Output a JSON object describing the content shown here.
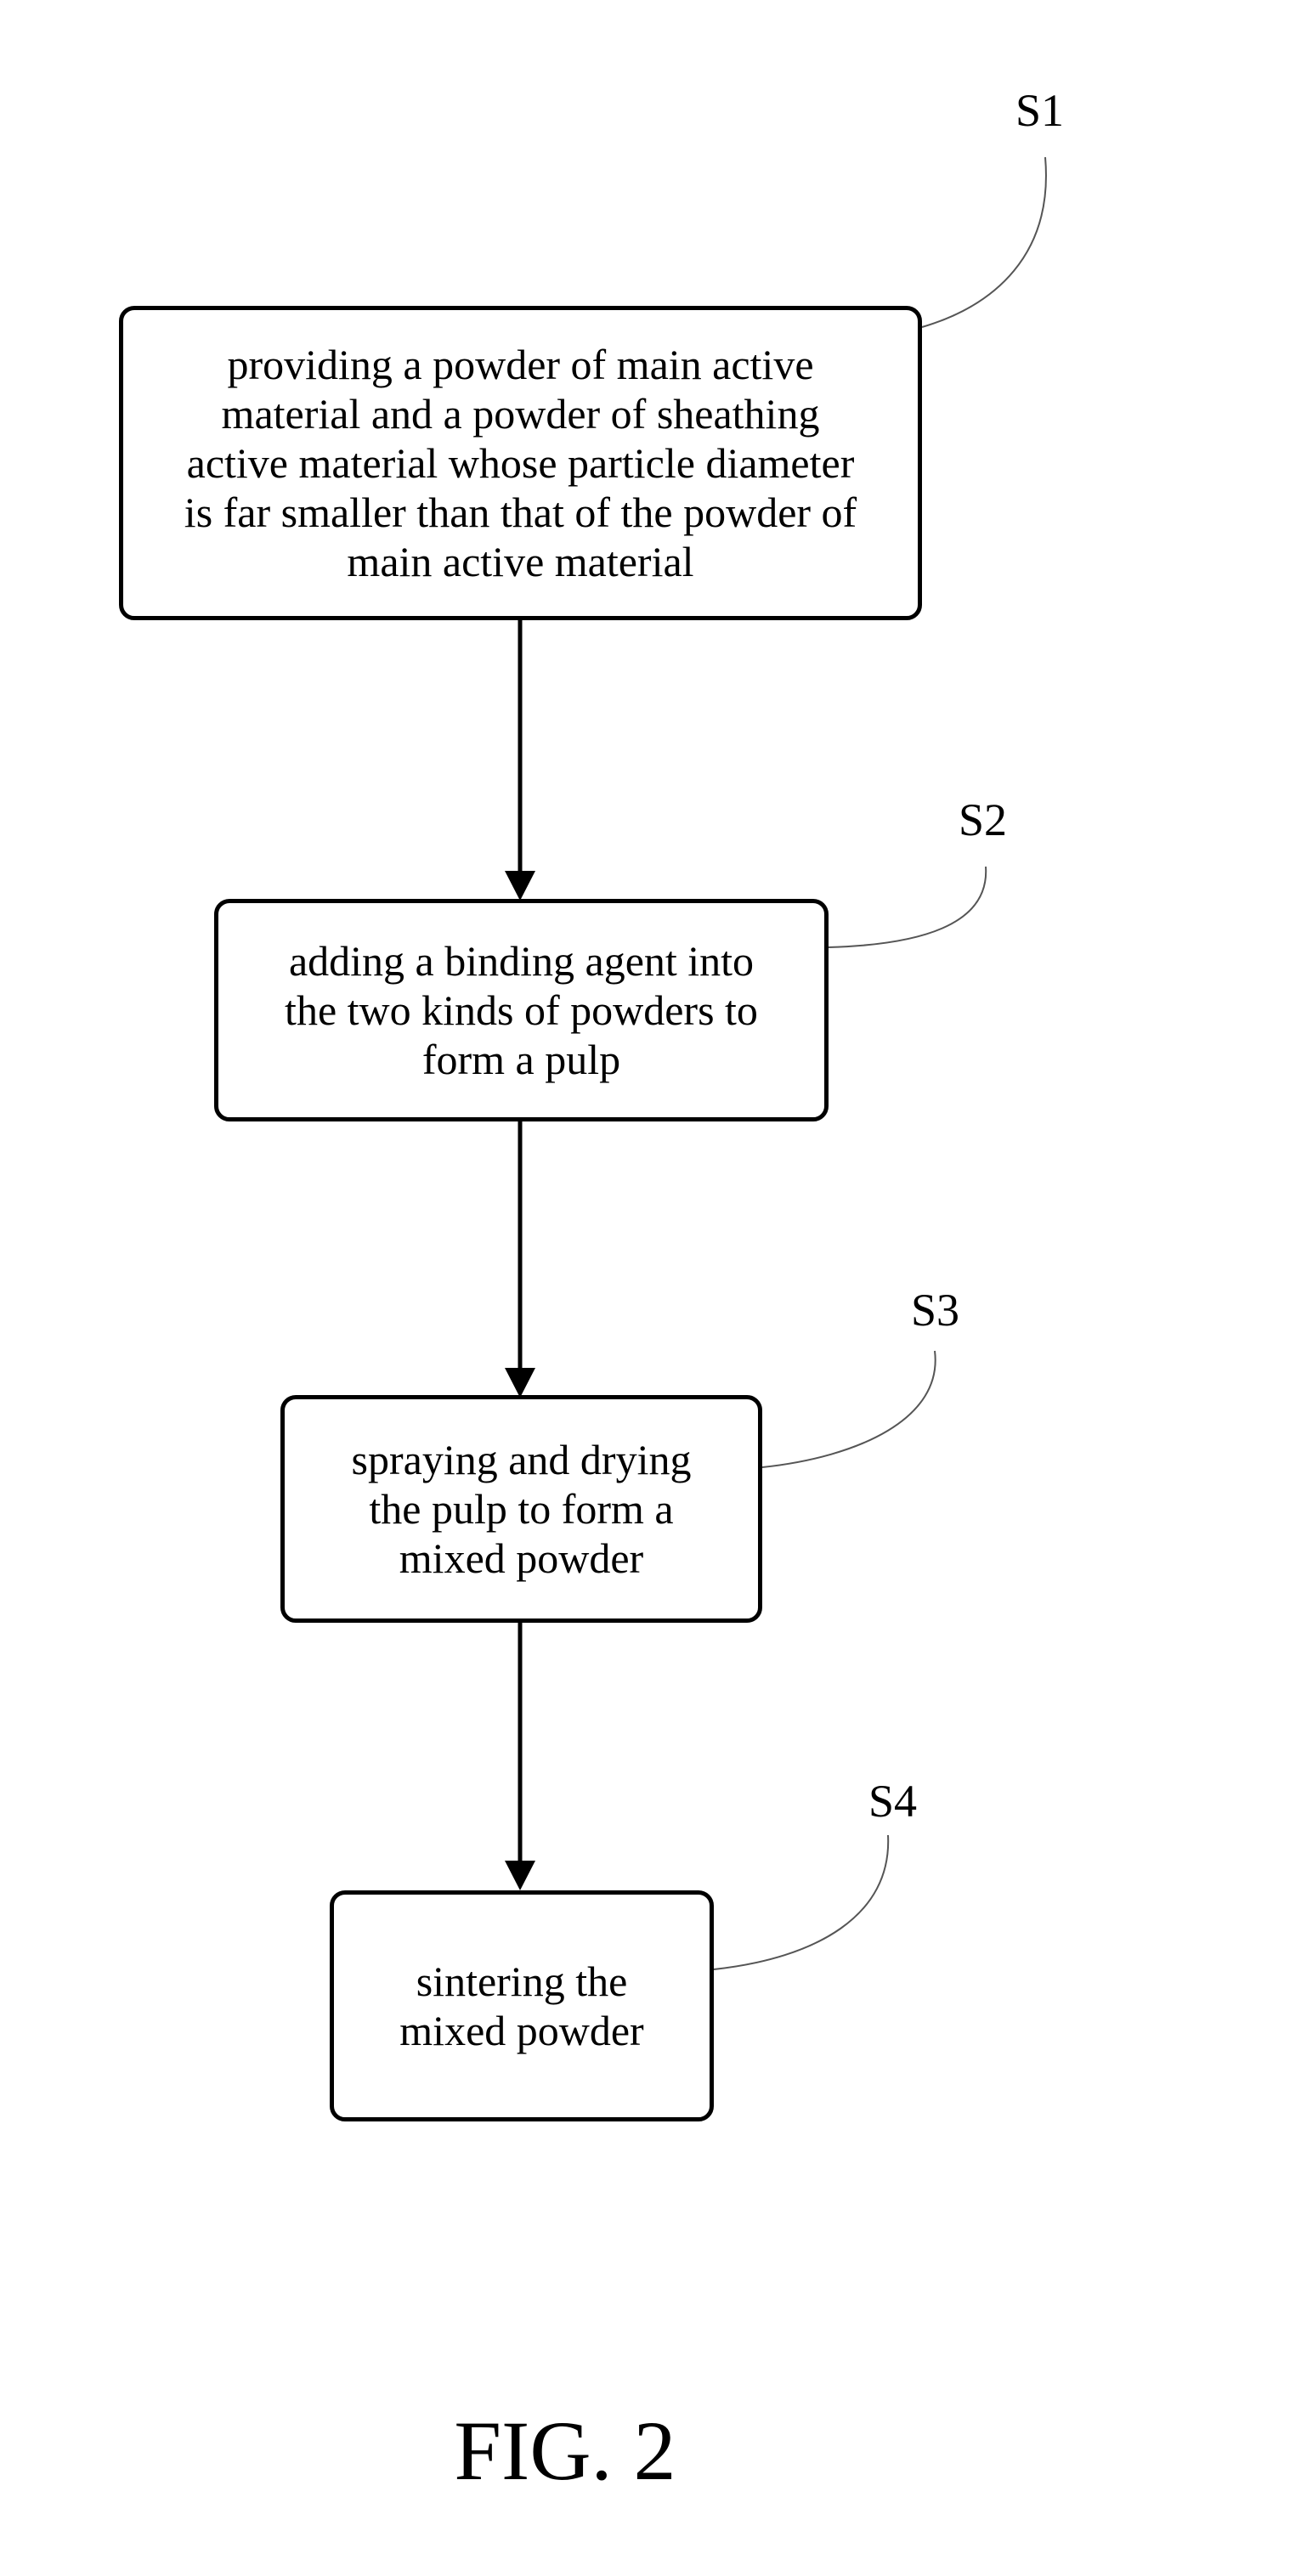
{
  "diagram": {
    "type": "flowchart",
    "steps": [
      {
        "id": "S1",
        "label": "S1",
        "lines": [
          "providing a powder of main active",
          "material and a powder of sheathing",
          "active material whose particle diameter",
          "is far smaller than that of the powder of",
          "main active material"
        ]
      },
      {
        "id": "S2",
        "label": "S2",
        "lines": [
          "adding a binding agent into",
          "the two kinds of powders to",
          "form a pulp"
        ]
      },
      {
        "id": "S3",
        "label": "S3",
        "lines": [
          "spraying and drying",
          "the pulp to form a",
          "mixed powder"
        ]
      },
      {
        "id": "S4",
        "label": "S4",
        "lines": [
          "sintering the",
          "mixed powder"
        ]
      }
    ],
    "edges": [
      {
        "from": "S1",
        "to": "S2"
      },
      {
        "from": "S2",
        "to": "S3"
      },
      {
        "from": "S3",
        "to": "S4"
      }
    ]
  },
  "figure_caption": "FIG. 2"
}
